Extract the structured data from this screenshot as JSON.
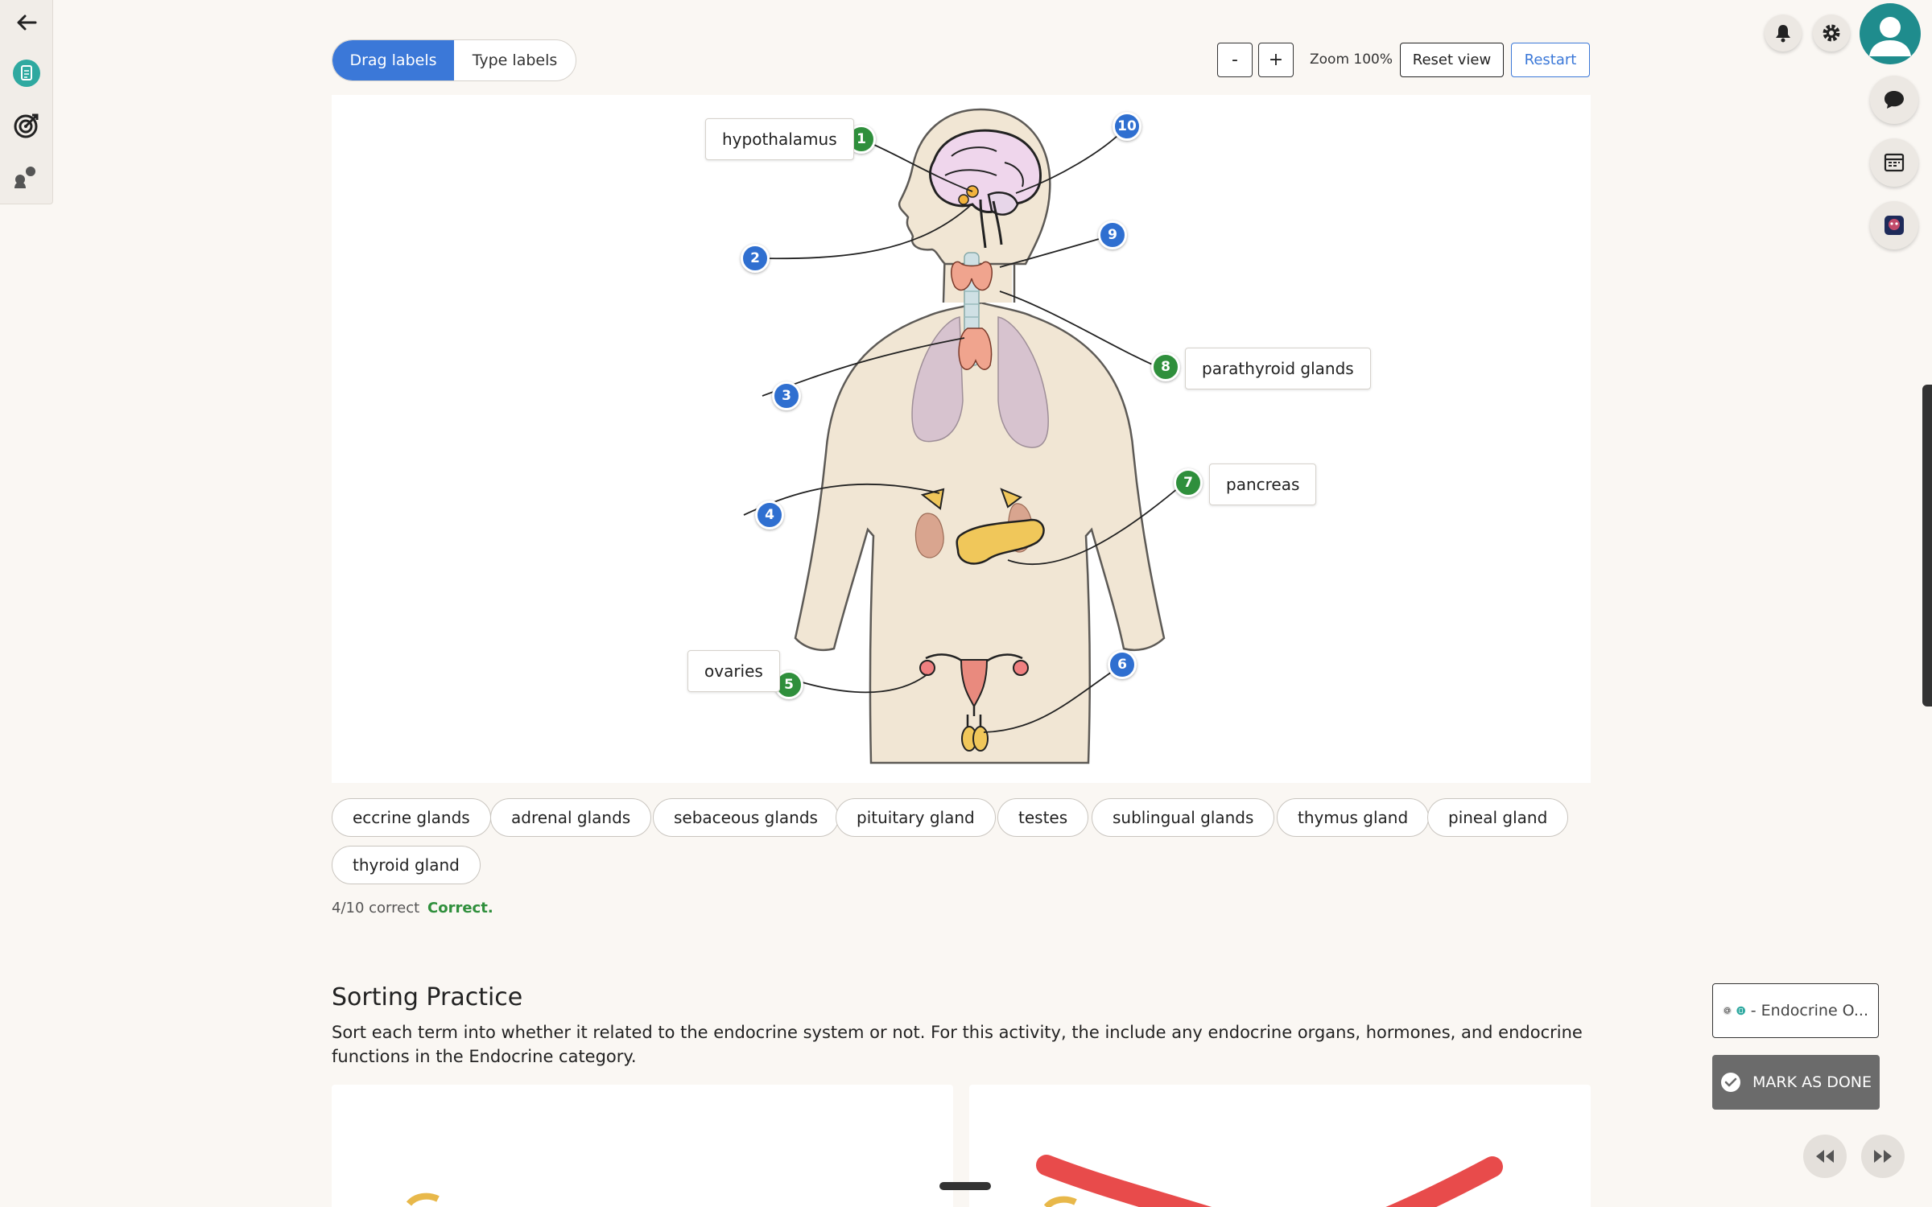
{
  "toolbar": {
    "modes": [
      "Drag labels",
      "Type labels"
    ],
    "zoom_out": "-",
    "zoom_in": "+",
    "zoom_label": "Zoom 100%",
    "reset_view": "Reset view",
    "restart": "Restart"
  },
  "diagram": {
    "pins": [
      "1",
      "2",
      "3",
      "4",
      "5",
      "6",
      "7",
      "8",
      "9",
      "10"
    ],
    "placed_labels": {
      "pin1": "hypothalamus",
      "pin5": "ovaries",
      "pin7": "pancreas",
      "pin8": "parathyroid glands"
    }
  },
  "label_bank": [
    "eccrine glands",
    "adrenal glands",
    "sebaceous glands",
    "pituitary gland",
    "testes",
    "sublingual glands",
    "thymus gland",
    "pineal gland",
    "thyroid gland"
  ],
  "status": {
    "score": "4/10 correct",
    "feedback": "Correct."
  },
  "sorting": {
    "title": "Sorting Practice",
    "description": "Sort each term into whether it related to the endocrine system or not. For this activity, the include any endocrine organs, hormones, and endocrine functions in the Endocrine category."
  },
  "sidebar_right": {
    "doc_ref": "- Endocrine O...",
    "mark_done": "MARK AS DONE"
  },
  "colors": {
    "accent_blue": "#3b78d8",
    "correct_green": "#2f8f3c",
    "skin": "#f1e6d4"
  }
}
